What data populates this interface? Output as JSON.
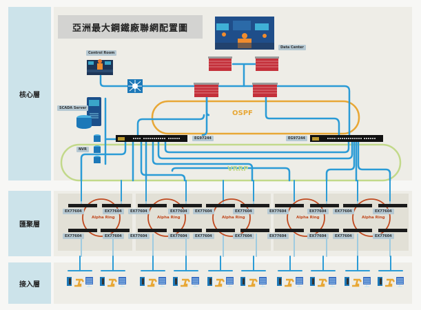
{
  "title": "亞洲最大鋼鐵廠聯網配置圖",
  "layers": [
    {
      "label": "核心層"
    },
    {
      "label": "匯聚層"
    },
    {
      "label": "接入層"
    }
  ],
  "core": {
    "control_room": "Control Room",
    "data_center": "Data Center",
    "scada_server": "SCADA Server",
    "nvr": "NVR",
    "core_switch_left": "EG97244",
    "core_switch_right": "EG97244",
    "ospf_label": "OSPF",
    "vrrp_label": "VRRP"
  },
  "aggregation": {
    "ring_label": "Alpha Ring",
    "switch_model": "EX77604",
    "rings": [
      {
        "label": "Alpha Ring",
        "switches": [
          "EX77604",
          "EX77604",
          "EX77604",
          "EX77604"
        ]
      },
      {
        "label": "Alpha Ring",
        "switches": [
          "EX77604",
          "EX77604",
          "EX77604",
          "EX77604"
        ]
      },
      {
        "label": "Alpha Ring",
        "switches": [
          "EX77604",
          "EX77604",
          "EX77604",
          "EX77604"
        ]
      },
      {
        "label": "Alpha Ring",
        "switches": [
          "EX77604",
          "EX77604",
          "EX77604",
          "EX77604"
        ]
      },
      {
        "label": "Alpha Ring",
        "switches": [
          "EX77604",
          "EX77604",
          "EX77604",
          "EX77604"
        ]
      }
    ]
  },
  "access": {
    "device_group_icons": [
      "pc-tower-icon",
      "robot-arm-icon",
      "server-monitor-icon"
    ],
    "group_count": 10
  },
  "colors": {
    "link": "#2a9bd6",
    "ospf": "#e8a735",
    "vrrp": "#c2d98a",
    "ring": "#c0481e",
    "firewall": "#c4303a"
  }
}
